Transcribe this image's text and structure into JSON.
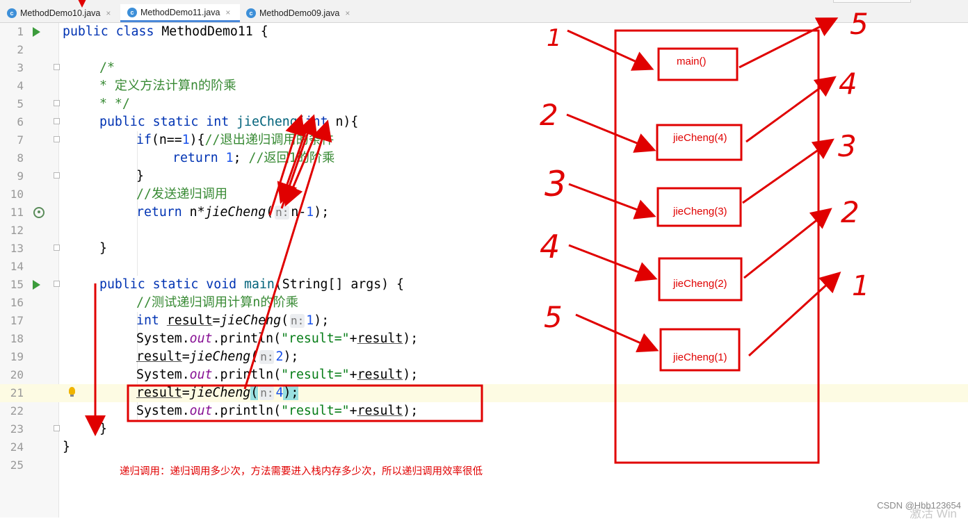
{
  "tabs": [
    {
      "label": "MethodDemo10.java",
      "icon": "java-class-icon",
      "close": "×"
    },
    {
      "label": "MethodDemo11.java",
      "icon": "java-class-icon",
      "close": "×",
      "active": true
    },
    {
      "label": "MethodDemo09.java",
      "icon": "java-class-icon",
      "close": "×"
    }
  ],
  "tab_icon_glyph": "c",
  "line_numbers": [
    "1",
    "2",
    "3",
    "4",
    "5",
    "6",
    "7",
    "8",
    "9",
    "10",
    "11",
    "12",
    "13",
    "14",
    "15",
    "16",
    "17",
    "18",
    "19",
    "20",
    "21",
    "22",
    "23",
    "24",
    "25"
  ],
  "code": {
    "l1": {
      "kw": "public class ",
      "rest": "MethodDemo11 {"
    },
    "l3": "/*",
    "l4": "* 定义方法计算n的阶乘",
    "l5": "* */",
    "l6": {
      "kw1": "public static int ",
      "name": "jieCheng",
      "p1": "(",
      "kw2": "int",
      "p2": " n){"
    },
    "l7": {
      "kw": "if",
      "p1": "(n==",
      "n": "1",
      "p2": "){",
      "cm": "//退出递归调用的条件"
    },
    "l8": {
      "kw": "return ",
      "n": "1",
      "p": "; ",
      "cm": "//返回1的阶乘"
    },
    "l9": "}",
    "l10": "//发送递归调用",
    "l11": {
      "kw": "return ",
      "p1": "n*",
      "call": "jieCheng",
      "p2": "(",
      "hint": "n:",
      "arg1": "n-",
      "n": "1",
      "p3": ");"
    },
    "l13": "}",
    "l15": {
      "kw": "public static void ",
      "name": "main",
      "p": "(String[] args) {"
    },
    "l16": "//测试递归调用计算n的阶乘",
    "l17": {
      "kw": "int ",
      "var": "result",
      "eq": "=",
      "call": "jieCheng",
      "p1": "(",
      "hint": "n:",
      "n": "1",
      "p2": ");"
    },
    "l18": {
      "cls": "System.",
      "fld": "out",
      "m": ".println(",
      "str": "\"result=\"",
      "plus": "+",
      "var": "result",
      "end": ");"
    },
    "l19": {
      "var": "result",
      "eq": "=",
      "call": "jieCheng",
      "p1": "(",
      "hint": "n:",
      "n": "2",
      "p2": ");"
    },
    "l20": {
      "cls": "System.",
      "fld": "out",
      "m": ".println(",
      "str": "\"result=\"",
      "plus": "+",
      "var": "result",
      "end": ");"
    },
    "l21": {
      "var": "result",
      "eq": "=",
      "call": "jieCheng",
      "p1": "(",
      "hint": "n:",
      "n": "4",
      "p2": ");"
    },
    "l22": {
      "cls": "System.",
      "fld": "out",
      "m": ".println(",
      "str": "\"result=\"",
      "plus": "+",
      "var": "result",
      "end": ");"
    },
    "l23": "}",
    "l24": "}"
  },
  "annotations": {
    "stack_frames": [
      "main()",
      "jieCheng(4)",
      "jieCheng(3)",
      "jieCheng(2)",
      "jieCheng(1)"
    ],
    "left_numbers": [
      "1",
      "2",
      "3",
      "4",
      "5"
    ],
    "right_numbers": [
      "5",
      "4",
      "3",
      "2",
      "1"
    ],
    "note": "递归调用：递归调用多少次，方法需要进入栈内存多少次，所以递归调用效率很低",
    "color": "#e00000"
  },
  "watermark": "CSDN @Hbb123654",
  "watermark_activate": "激活 Win"
}
